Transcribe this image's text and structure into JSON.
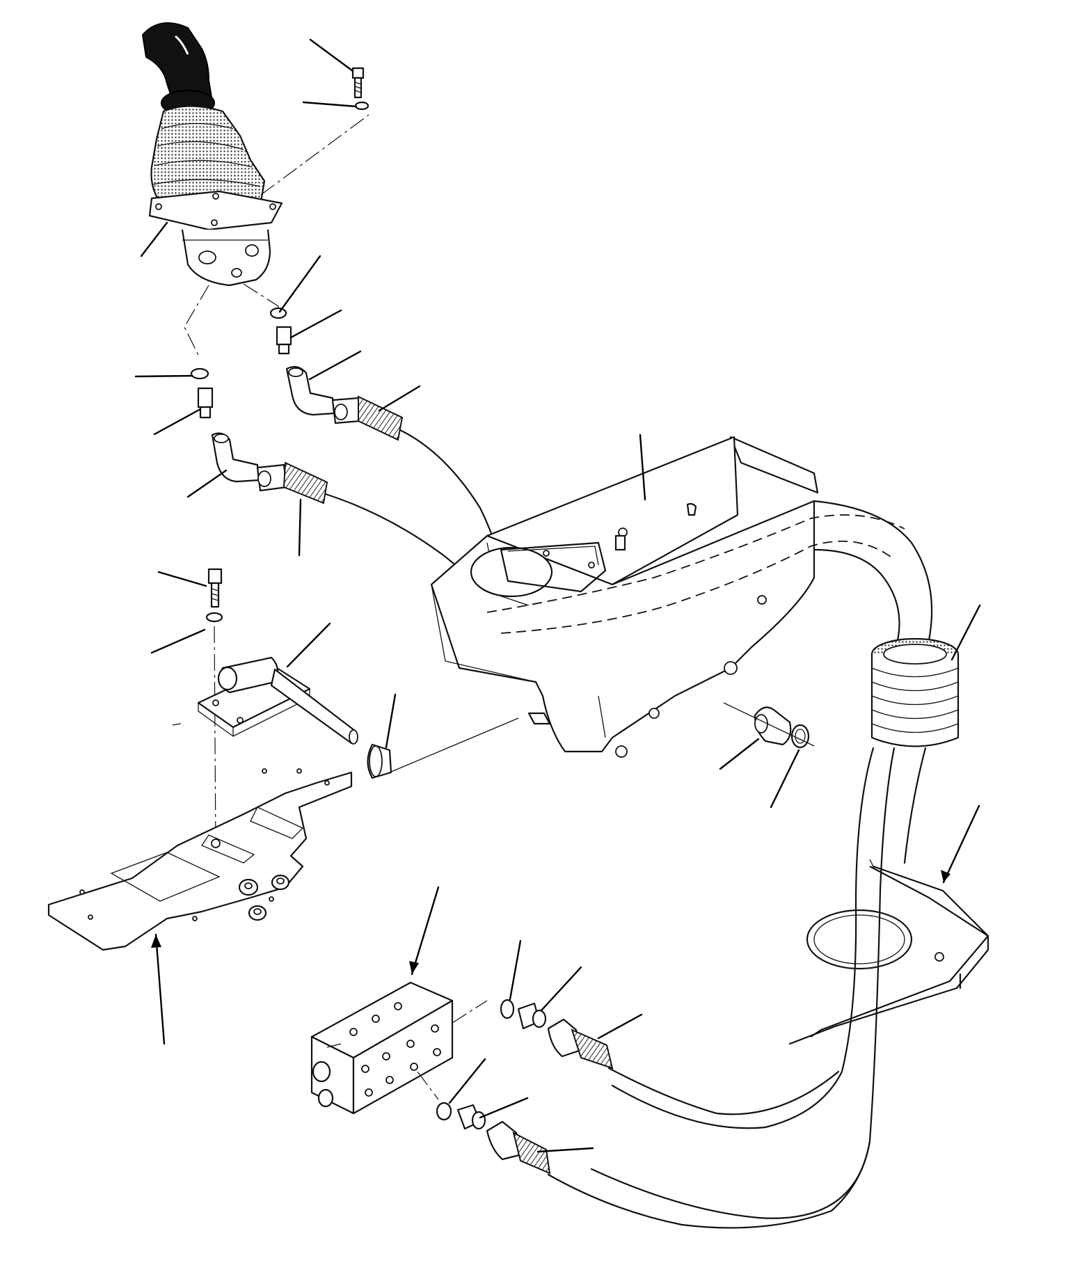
{
  "diagram": {
    "kind": "exploded-parts-view",
    "parts": [
      "joystick-lever",
      "boot",
      "mounting-screw",
      "lock-washer",
      "control-valve-base",
      "o-ring",
      "adapter",
      "elbow-fitting",
      "hydraulic-hose",
      "console-bracket",
      "hose-bundle",
      "floor-plate",
      "pivot-pin-bracket",
      "bushing",
      "snap-ring",
      "cab-floor-plate",
      "junction-block"
    ]
  }
}
